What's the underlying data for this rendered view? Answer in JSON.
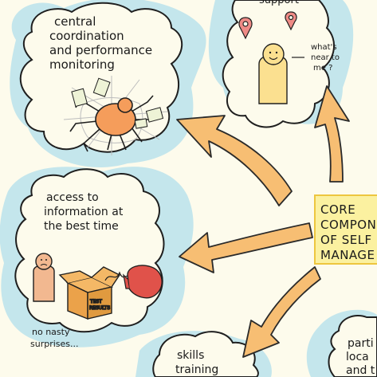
{
  "bubbles": {
    "central": {
      "lines": [
        "central",
        "coordination",
        "and performance",
        "monitoring"
      ]
    },
    "support": {
      "title": "support",
      "speech": [
        "what's",
        "near to",
        "me ?"
      ]
    },
    "access": {
      "lines": [
        "access to",
        "information at",
        "the best time"
      ],
      "caption": [
        "no nasty",
        "surprises..."
      ],
      "box_label": [
        "TEST",
        "RESULTS"
      ]
    },
    "skills": {
      "lines": [
        "skills",
        "training"
      ]
    },
    "partial": {
      "lines": [
        "parti",
        "loca",
        "and t"
      ]
    }
  },
  "core_box": {
    "lines": [
      "CORE",
      "COMPONE",
      "OF SELF",
      "MANAGE"
    ]
  },
  "colors": {
    "paper": "#FDFBEC",
    "water": "#C4E6EC",
    "arrow": "#F7BE73",
    "arrow_outline": "#2a2a2a",
    "core_fill": "#FBF1A0",
    "core_border": "#EDC63F",
    "spider": "#F59D5B",
    "person_yellow": "#FBE090",
    "person_peach": "#F2B890",
    "pin": "#EF8B86",
    "glove": "#E0524A",
    "box": "#EBA24A"
  },
  "icons": [
    "spider-icon",
    "map-pin-icon",
    "person-icon",
    "box-icon",
    "boxing-glove-icon",
    "document-icon"
  ]
}
